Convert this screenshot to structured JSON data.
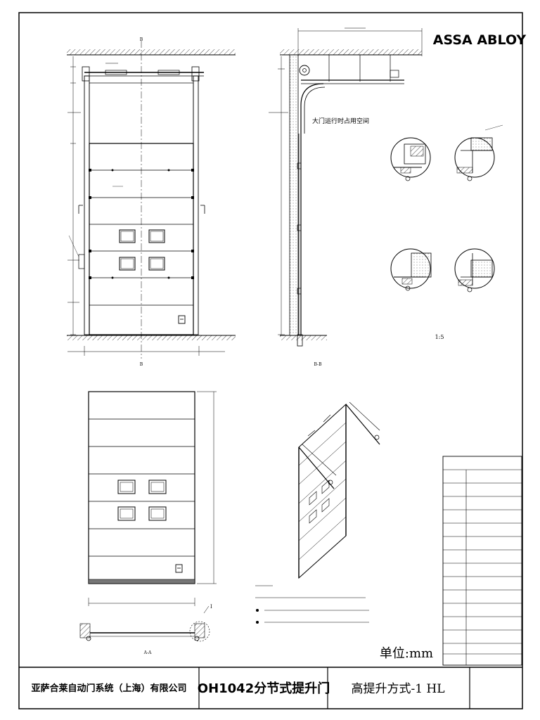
{
  "logo": {
    "text": "ASSA ABLOY"
  },
  "front_view": {
    "section_mark": "B"
  },
  "side_view": {
    "label": "B-B",
    "space_note": "大门运行时占用空间"
  },
  "detail_scale": "1:5",
  "plan_view": {
    "label": "A-A",
    "detail_mark": "I"
  },
  "unit_label": "单位:mm",
  "title_block": {
    "company": "亚萨合莱自动门系统（上海）有限公司",
    "product": "OH1042分节式提升门",
    "variant": "高提升方式-1 HL"
  },
  "colors": {
    "line": "#000000",
    "background": "#ffffff"
  }
}
